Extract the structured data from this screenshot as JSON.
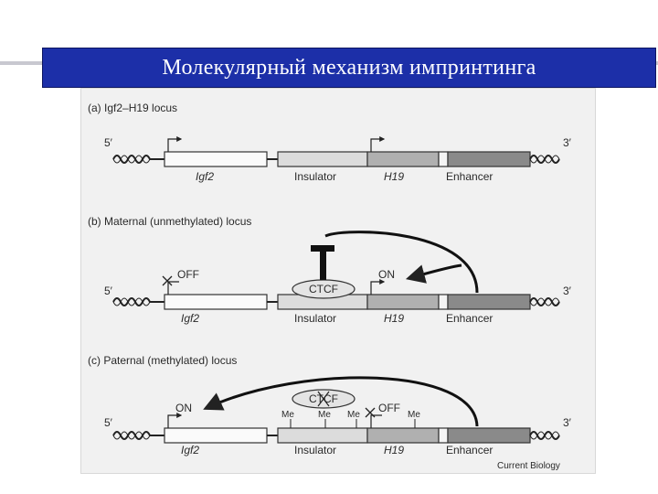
{
  "slide": {
    "title": "Молекулярный механизм импринтинга"
  },
  "figure": {
    "panel_a": {
      "heading": "(a) Igf2–H19 locus",
      "five_prime": "5′",
      "three_prime": "3′",
      "igf2": "Igf2",
      "insulator": "Insulator",
      "h19": "H19",
      "enhancer": "Enhancer"
    },
    "panel_b": {
      "heading": "(b) Maternal (unmethylated) locus",
      "five_prime": "5′",
      "three_prime": "3′",
      "off": "OFF",
      "on": "ON",
      "ctcf": "CTCF",
      "igf2": "Igf2",
      "insulator": "Insulator",
      "h19": "H19",
      "enhancer": "Enhancer"
    },
    "panel_c": {
      "heading": "(c) Paternal (methylated) locus",
      "five_prime": "5′",
      "three_prime": "3′",
      "on": "ON",
      "off": "OFF",
      "ctcf": "CTCF",
      "me1": "Me",
      "me2": "Me",
      "me3": "Me",
      "me4": "Me",
      "igf2": "Igf2",
      "insulator": "Insulator",
      "h19": "H19",
      "enhancer": "Enhancer"
    },
    "source": "Current Biology"
  }
}
